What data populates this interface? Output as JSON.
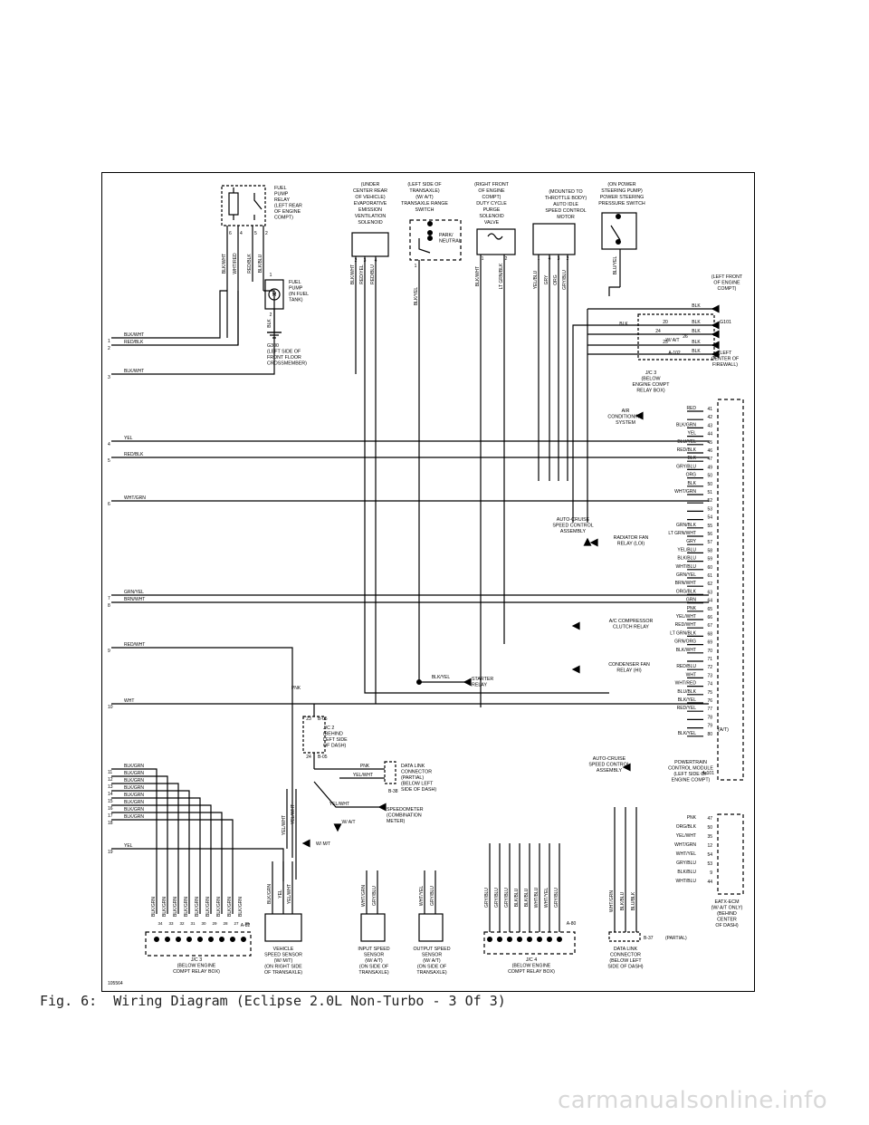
{
  "caption": "Fig. 6:  Wiring Diagram (Eclipse 2.0L Non-Turbo - 3 Of 3)",
  "watermark": "carmanualsonline.info",
  "figure_id": "105564",
  "components": {
    "fuel_pump_relay": [
      "FUEL",
      "PUMP",
      "RELAY",
      "(LEFT REAR",
      "OF ENGINE",
      "COMPT)"
    ],
    "fuel_pump": [
      "FUEL",
      "PUMP",
      "(IN FUEL",
      "TANK)"
    ],
    "g300": [
      "G300",
      "(LEFT SIDE OF",
      "FRONT FLOOR",
      "CROSSMEMBER)"
    ],
    "evap_solenoid": [
      "(UNDER",
      "CENTER REAR",
      "OF VEHICLE)",
      "EVAPORATIVE",
      "EMISSION",
      "VENTILATION",
      "SOLENOID"
    ],
    "range_switch": [
      "(LEFT SIDE OF",
      "TRANSAXLE)",
      "(W/ A/T)",
      "TRANSAXLE RANGE",
      "SWITCH"
    ],
    "park_neutral": [
      "PARK/",
      "NEUTRAL"
    ],
    "purge_valve": [
      "(RIGHT FRONT",
      "OF ENGINE",
      "COMPT)",
      "DUTY CYCLE",
      "PURGE",
      "SOLENOID",
      "VALVE"
    ],
    "idle_motor": [
      "(MOUNTED TO",
      "THROTTLE BODY)",
      "AUTO IDLE",
      "SPEED CONTROL",
      "MOTOR"
    ],
    "ps_switch": [
      "(ON POWER",
      "STEERING PUMP)",
      "POWER STEERING",
      "PRESSURE SWITCH"
    ],
    "left_front": [
      "(LEFT FRONT",
      "OF ENGINE",
      "COMPT)"
    ],
    "g101": [
      "G101",
      "(LEFT",
      "CENTER OF",
      "FIREWALL)"
    ],
    "jc3_top": [
      "J/C 3",
      "(BELOW",
      "ENGINE COMPT",
      "RELAY BOX)"
    ],
    "ac_system": [
      "AIR",
      "CONDITIONING",
      "SYSTEM"
    ],
    "auto_cruise_1": [
      "AUTO-CRUISE",
      "SPEED CONTROL",
      "ASSEMBLY"
    ],
    "rad_fan": [
      "RADIATOR FAN",
      "RELAY (LOI)"
    ],
    "ac_clutch": [
      "A/C COMPRESSOR",
      "CLUTCH RELAY"
    ],
    "cond_fan": [
      "CONDENSER FAN",
      "RELAY (HI)"
    ],
    "starter_relay": [
      "STARTER",
      "RELAY"
    ],
    "jc2": [
      "J/C 2",
      "(BEHIND",
      "LEFT SIDE",
      "OF DASH)"
    ],
    "data_link_1": [
      "DATA LINK",
      "CONNECTOR",
      "(PARTIAL)",
      "(BELOW LEFT",
      "SIDE OF DASH)"
    ],
    "speedometer": [
      "SPEEDOMETER",
      "(COMBINATION",
      "METER)"
    ],
    "auto_cruise_2": [
      "AUTO-CRUISE",
      "SPEED CONTROL",
      "ASSEMBLY"
    ],
    "pcm": [
      "POWERTRAIN",
      "CONTROL MODULE",
      "(LEFT SIDE OF",
      "ENGINE COMPT)"
    ],
    "eatx": [
      "EATX-ECM",
      "(W/ A/T ONLY)",
      "(BEHIND",
      "CENTER",
      "OF DASH)"
    ],
    "jc3_bottom": [
      "J/C 3",
      "(BELOW ENGINE",
      "COMPT RELAY BOX)"
    ],
    "vss": [
      "VEHICLE",
      "SPEED SENSOR",
      "(W/ M/T)",
      "(ON RIGHT SIDE",
      "OF TRANSAXLE)"
    ],
    "input_sensor": [
      "INPUT SPEED",
      "SENSOR",
      "(W/ A/T)",
      "(ON SIDE OF",
      "TRANSAXLE)"
    ],
    "output_sensor": [
      "OUTPUT SPEED",
      "SENSOR",
      "(W/ A/T)",
      "(ON SIDE OF",
      "TRANSAXLE)"
    ],
    "jc4": [
      "J/C 4",
      "(BELOW ENGINE",
      "COMPT RELAY BOX)"
    ],
    "data_link_2": [
      "DATA LINK",
      "CONNECTOR",
      "(BELOW LEFT",
      "SIDE OF DASH)"
    ]
  },
  "labels": {
    "at": "(A/T)",
    "partial": "(PARTIAL)",
    "wmt": "W/ M/T",
    "wat": "W/ A/T",
    "a101": "A-101",
    "a102": "A-102",
    "a82": "A-82",
    "b05": "B-05",
    "b38": "B-38",
    "b37": "B-37",
    "b08": "B-08",
    "a80": "A-80",
    "buk_yel": "BLK/YEL",
    "pnk": "PNK",
    "pnk2": "PNK",
    "yel_wht": "YEL/WHT",
    "yel_wht2": "YEL/WHT"
  },
  "left_wires": [
    {
      "num": "1",
      "color": "BLK/WHT"
    },
    {
      "num": "2",
      "color": "RED/BLK"
    },
    {
      "num": "3",
      "color": "BLK/WHT"
    },
    {
      "num": "4",
      "color": "YEL"
    },
    {
      "num": "5",
      "color": "RED/BLK"
    },
    {
      "num": "6",
      "color": "WHT/GRN"
    },
    {
      "num": "7",
      "color": "GRN/YEL"
    },
    {
      "num": "8",
      "color": "BRN/WHT"
    },
    {
      "num": "9",
      "color": "RED/WHT"
    },
    {
      "num": "10",
      "color": "WHT"
    },
    {
      "num": "11",
      "color": "BLK/GRN"
    },
    {
      "num": "12",
      "color": "BLK/GRN"
    },
    {
      "num": "13",
      "color": "BLK/GRN"
    },
    {
      "num": "14",
      "color": "BLK/GRN"
    },
    {
      "num": "15",
      "color": "BLK/GRN"
    },
    {
      "num": "16",
      "color": "BLK/GRN"
    },
    {
      "num": "17",
      "color": "BLK/GRN"
    },
    {
      "num": "18",
      "color": "BLK/GRN"
    },
    {
      "num": "19",
      "color": "YEL"
    }
  ],
  "pcm_pins": [
    {
      "pin": "41",
      "color": "RED"
    },
    {
      "pin": "42",
      "color": ""
    },
    {
      "pin": "43",
      "color": "BLK/GRN"
    },
    {
      "pin": "44",
      "color": "YEL"
    },
    {
      "pin": "45",
      "color": "BLU/YEL"
    },
    {
      "pin": "46",
      "color": "RED/BLK"
    },
    {
      "pin": "47",
      "color": "BLK"
    },
    {
      "pin": "49",
      "color": "GRY/BLU"
    },
    {
      "pin": "50",
      "color": "ORG"
    },
    {
      "pin": "50",
      "color": "BLK"
    },
    {
      "pin": "51",
      "color": "WHT/GRN"
    },
    {
      "pin": "52",
      "color": ""
    },
    {
      "pin": "53",
      "color": ""
    },
    {
      "pin": "54",
      "color": ""
    },
    {
      "pin": "55",
      "color": "GRN/BLK"
    },
    {
      "pin": "56",
      "color": "LT GRN/WHT"
    },
    {
      "pin": "57",
      "color": "GRY"
    },
    {
      "pin": "58",
      "color": "YEL/BLU"
    },
    {
      "pin": "59",
      "color": "BLK/BLU"
    },
    {
      "pin": "60",
      "color": "WHT/BLU"
    },
    {
      "pin": "61",
      "color": "GRN/YEL"
    },
    {
      "pin": "62",
      "color": "BRN/WHT"
    },
    {
      "pin": "63",
      "color": "ORG/BLK"
    },
    {
      "pin": "64",
      "color": "GRN"
    },
    {
      "pin": "65",
      "color": "PNK"
    },
    {
      "pin": "66",
      "color": "YEL/WHT"
    },
    {
      "pin": "67",
      "color": "RED/WHT"
    },
    {
      "pin": "68",
      "color": "LT GRN/BLK"
    },
    {
      "pin": "69",
      "color": "GRN/ORG"
    },
    {
      "pin": "70",
      "color": "BLK/WHT"
    },
    {
      "pin": "71",
      "color": ""
    },
    {
      "pin": "72",
      "color": "RED/BLU"
    },
    {
      "pin": "73",
      "color": "WHT"
    },
    {
      "pin": "74",
      "color": "WHT/RED"
    },
    {
      "pin": "75",
      "color": "BLU/BLK"
    },
    {
      "pin": "76",
      "color": "BLK/YEL"
    },
    {
      "pin": "77",
      "color": "RED/YEL"
    },
    {
      "pin": "78",
      "color": ""
    },
    {
      "pin": "79",
      "color": ""
    },
    {
      "pin": "80",
      "color": "BLK/YEL"
    }
  ],
  "eatx_pins": [
    {
      "pin": "47",
      "color": "PNK"
    },
    {
      "pin": "50",
      "color": "ORG/BLK"
    },
    {
      "pin": "35",
      "color": "YEL/WHT"
    },
    {
      "pin": "12",
      "color": "WHT/GRN"
    },
    {
      "pin": "54",
      "color": "WHT/YEL"
    },
    {
      "pin": "53",
      "color": "GRY/BLU"
    },
    {
      "pin": "9",
      "color": "BLK/BLU"
    },
    {
      "pin": "44",
      "color": "WHT/BLU"
    }
  ],
  "ground_blks": [
    "BLK",
    "BLK",
    "BLK",
    "BLK",
    "BLK"
  ],
  "ground_pins": [
    "20",
    "24",
    "25",
    "26"
  ],
  "top_wires": {
    "relay": [
      "BLK/WHT",
      "WHT/RED",
      "RED/BLK",
      "BLK/BLU"
    ],
    "evap": [
      "BLK/WHT",
      "RED/YEL",
      "RED/BLU"
    ],
    "range": [
      "BLK/YEL"
    ],
    "purge": [
      "BLK/WHT",
      "LT GRN/BLK"
    ],
    "idle": [
      "YEL/BLU",
      "GRY",
      "ORG",
      "GRY/BLU"
    ],
    "ps": [
      "BLU/YEL"
    ],
    "pump": [
      "BLK"
    ]
  },
  "bottom_wires": {
    "jc3": [
      "BLK/GRN",
      "BLK/GRN",
      "BLK/GRN",
      "BLK/GRN",
      "BLK/GRN",
      "BLK/GRN",
      "BLK/GRN",
      "BLK/GRN",
      "BLK/GRN"
    ],
    "vss": [
      "BLK/GRN",
      "YEL",
      "YEL/WHT"
    ],
    "input": [
      "WHT/GRN",
      "GRY/BLU"
    ],
    "output": [
      "WHT/YEL",
      "GRY/BLU"
    ],
    "jc4": [
      "GRY/BLU",
      "GRY/BLU",
      "GRY/BLU",
      "BLK/BLU",
      "BLK/BLU",
      "WHT/BLU",
      "WHT/YEL",
      "GRY/BLU"
    ],
    "dlc": [
      "WHT/GRN",
      "BLK/BLU",
      "BLU/BLK"
    ],
    "vss_side": [
      "YEL/WHT",
      "YEL/WHT"
    ]
  }
}
